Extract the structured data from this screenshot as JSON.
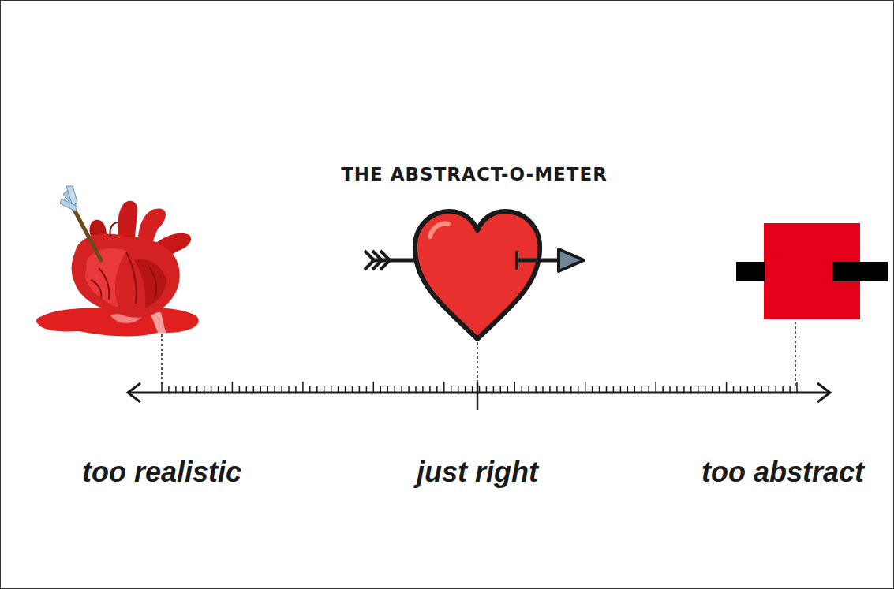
{
  "diagram": {
    "title": "THE ABSTRACT-O-METER",
    "labels": [
      "too realistic",
      "just right",
      "too abstract"
    ]
  }
}
